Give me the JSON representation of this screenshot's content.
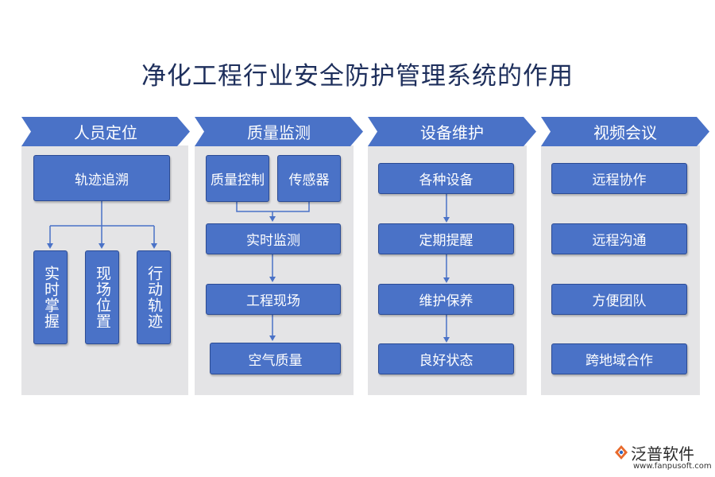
{
  "title": "净化工程行业安全防护管理系统的作用",
  "columns": [
    {
      "header": "人员定位",
      "top_box": "轨迹追溯",
      "sub_boxes": [
        "实时掌握",
        "现场位置",
        "行动轨迹"
      ]
    },
    {
      "header": "质量监测",
      "top_boxes": [
        "质量控制",
        "传感器"
      ],
      "boxes": [
        "实时监测",
        "工程现场",
        "空气质量"
      ]
    },
    {
      "header": "设备维护",
      "boxes": [
        "各种设备",
        "定期提醒",
        "维护保养",
        "良好状态"
      ]
    },
    {
      "header": "视频会议",
      "boxes": [
        "远程协作",
        "远程沟通",
        "方便团队",
        "跨地域合作"
      ]
    }
  ],
  "logo": {
    "name": "泛普软件",
    "url": "www.fanpusoft.com"
  },
  "colors": {
    "box": "#4a72c7",
    "column_bg": "#e4e4e6",
    "title": "#1e2f5c",
    "connector": "#4a72c7"
  }
}
